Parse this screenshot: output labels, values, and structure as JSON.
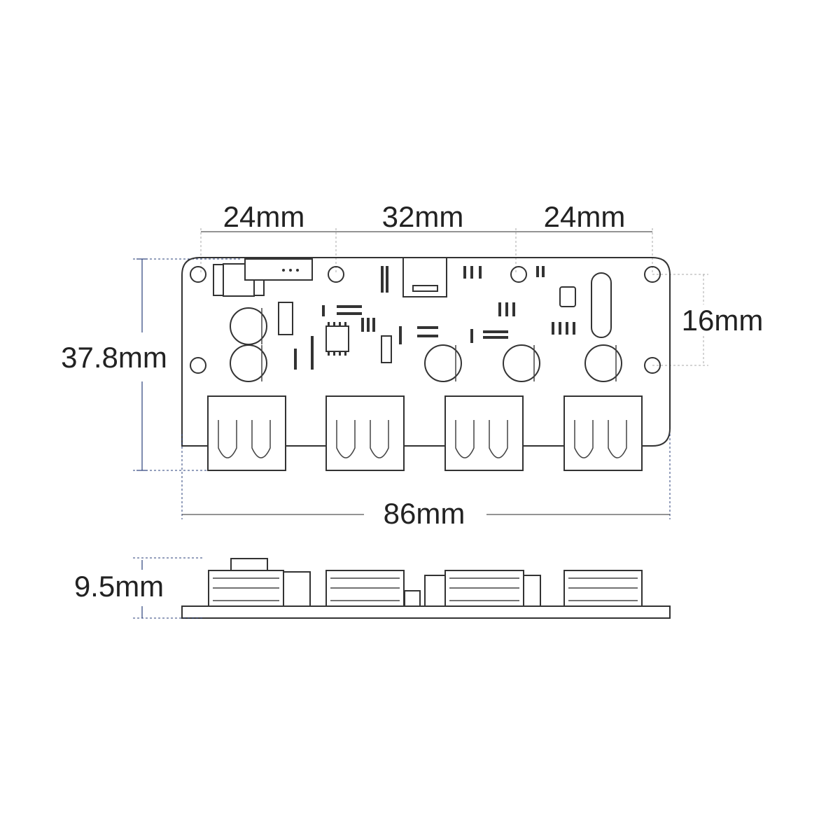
{
  "top_view": {
    "dimensions": {
      "hole_spacing_left": "24mm",
      "hole_spacing_middle": "32mm",
      "hole_spacing_right": "24mm",
      "board_height": "37.8mm",
      "hole_vertical_spacing": "16mm",
      "board_width": "86mm"
    },
    "usb_port_count": 4
  },
  "side_view": {
    "dimensions": {
      "height": "9.5mm"
    }
  },
  "colors": {
    "outline": "#333333",
    "dimension_blue": "#2a3f7a"
  }
}
